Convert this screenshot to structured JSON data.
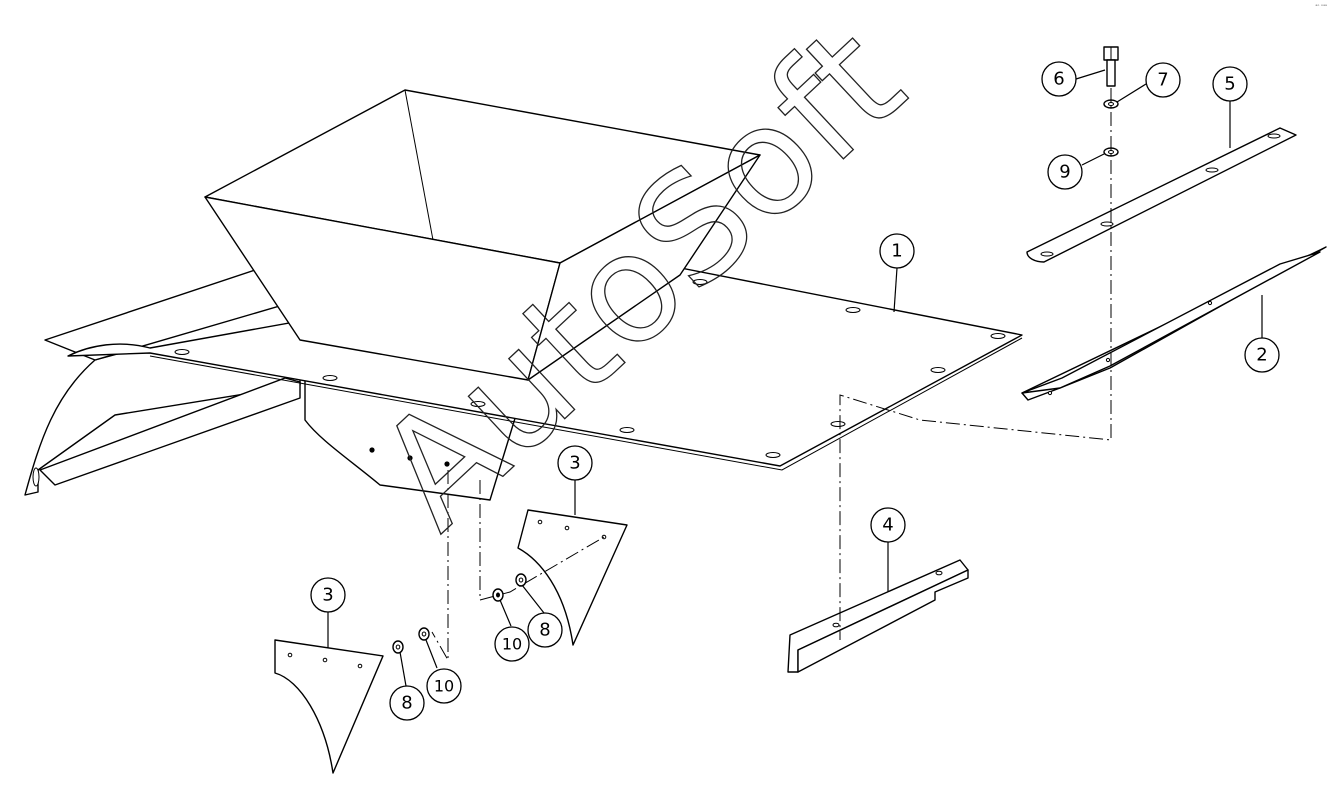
{
  "watermark": "AutoSoft",
  "corner_mark": "ᵃᵒ ᵒᵃᵃ",
  "callouts": [
    {
      "id": "c1",
      "label": "1"
    },
    {
      "id": "c2",
      "label": "2"
    },
    {
      "id": "c3a",
      "label": "3"
    },
    {
      "id": "c3b",
      "label": "3"
    },
    {
      "id": "c4",
      "label": "4"
    },
    {
      "id": "c5",
      "label": "5"
    },
    {
      "id": "c6",
      "label": "6"
    },
    {
      "id": "c7",
      "label": "7"
    },
    {
      "id": "c8a",
      "label": "8"
    },
    {
      "id": "c8b",
      "label": "8"
    },
    {
      "id": "c9",
      "label": "9"
    },
    {
      "id": "c10a",
      "label": "10"
    },
    {
      "id": "c10b",
      "label": "10"
    }
  ]
}
